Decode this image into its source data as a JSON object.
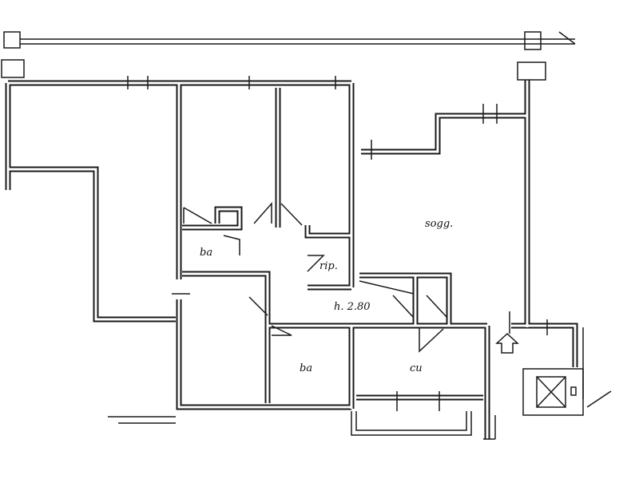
{
  "plan": {
    "rooms": [
      {
        "id": "soggiorno",
        "label": "sogg."
      },
      {
        "id": "bagno-1",
        "label": "ba"
      },
      {
        "id": "ripostiglio",
        "label": "rip."
      },
      {
        "id": "bagno-2",
        "label": "ba"
      },
      {
        "id": "cucina",
        "label": "cu"
      }
    ],
    "ceiling_height_label": "h. 2.80"
  }
}
